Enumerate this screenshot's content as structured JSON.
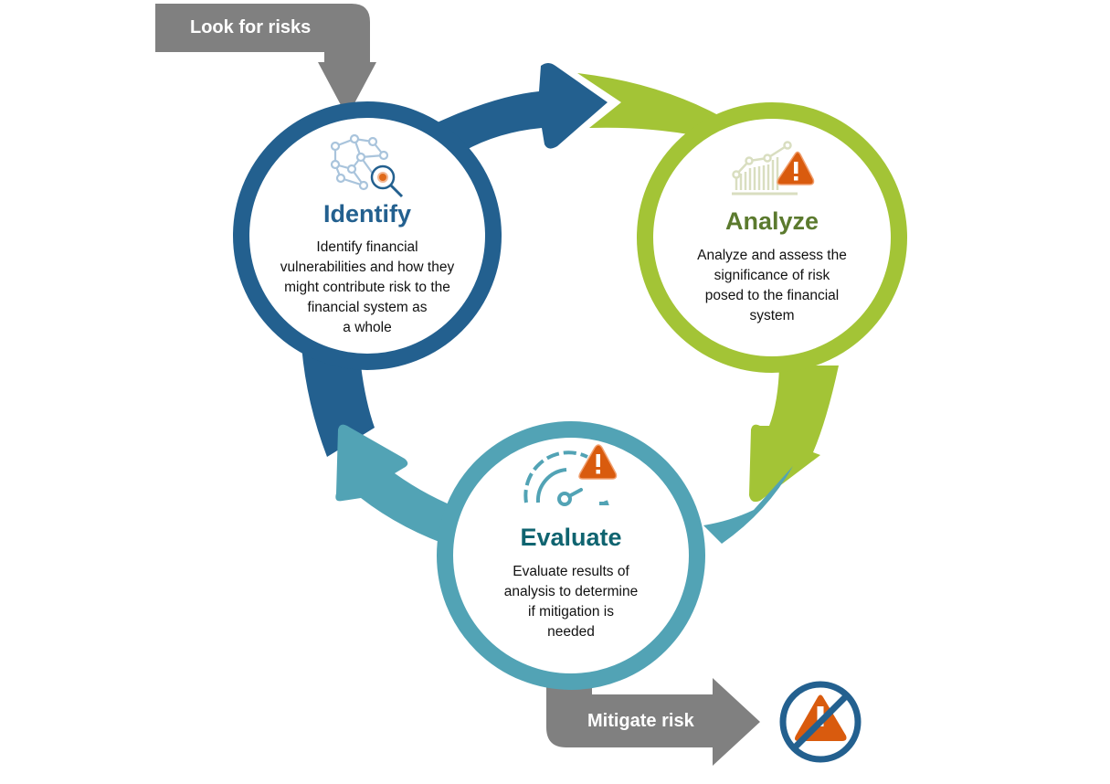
{
  "colors": {
    "identify": "#23608F",
    "analyze": "#A3C436",
    "analyze_title": "#5B7A2E",
    "evaluate": "#52A3B5",
    "evaluate_title": "#0F6470",
    "gray_arrow": "#808080",
    "warning": "#D95B0E",
    "icon_light_blue": "#A9C4DC",
    "icon_light_green": "#D9DEC0"
  },
  "entry": {
    "label": "Look for risks"
  },
  "exit": {
    "label": "Mitigate risk"
  },
  "steps": [
    {
      "id": "identify",
      "title": "Identify",
      "description": "Identify financial\nvulnerabilities and how they\nmight contribute risk to the\nfinancial system as\na whole",
      "icon": "network-magnifier-icon"
    },
    {
      "id": "analyze",
      "title": "Analyze",
      "description": "Analyze and assess the\nsignificance of risk\nposed to the financial\nsystem",
      "icon": "chart-warning-icon"
    },
    {
      "id": "evaluate",
      "title": "Evaluate",
      "description": "Evaluate results of\nanalysis to determine\nif mitigation is\nneeded",
      "icon": "gauge-warning-icon"
    }
  ],
  "end_icon": "no-warning-icon"
}
